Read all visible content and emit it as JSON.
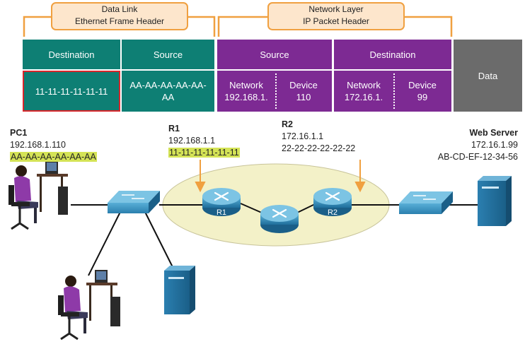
{
  "headers": {
    "data_link": {
      "line1": "Data Link",
      "line2": "Ethernet Frame Header"
    },
    "network_layer": {
      "line1": "Network Layer",
      "line2": "IP Packet Header"
    }
  },
  "frame": {
    "eth_destination": {
      "label": "Destination",
      "value": "11-11-11-11-11-11"
    },
    "eth_source": {
      "label": "Source",
      "value1": "AA-AA-AA-AA-AA-",
      "value2": "AA"
    },
    "ip_source": {
      "label": "Source",
      "network_label": "Network",
      "network_value": "192.168.1.",
      "device_label": "Device",
      "device_value": "110"
    },
    "ip_destination": {
      "label": "Destination",
      "network_label": "Network",
      "network_value": "172.16.1.",
      "device_label": "Device",
      "device_value": "99"
    },
    "data": {
      "label": "Data"
    }
  },
  "devices": {
    "pc1": {
      "name": "PC1",
      "ip": "192.168.1.110",
      "mac": "AA-AA-AA-AA-AA-AA"
    },
    "r1": {
      "name": "R1",
      "ip": "192.168.1.1",
      "mac": "11-11-11-11-11-11",
      "icon_label": "R1"
    },
    "r2": {
      "name": "R2",
      "ip": "172.16.1.1",
      "mac": "22-22-22-22-22-22",
      "icon_label": "R2"
    },
    "web_server": {
      "name": "Web Server",
      "ip": "172.16.1.99",
      "mac": "AB-CD-EF-12-34-56"
    }
  },
  "colors": {
    "teal": "#0e7f74",
    "purple": "#7d2a93",
    "gray": "#6b6b6b",
    "orange": "#f0a040",
    "highlight": "#d4e356",
    "router_blue": "#2a8ab8",
    "cloud": "#f3f1c8",
    "red_outline": "#d8262b"
  }
}
